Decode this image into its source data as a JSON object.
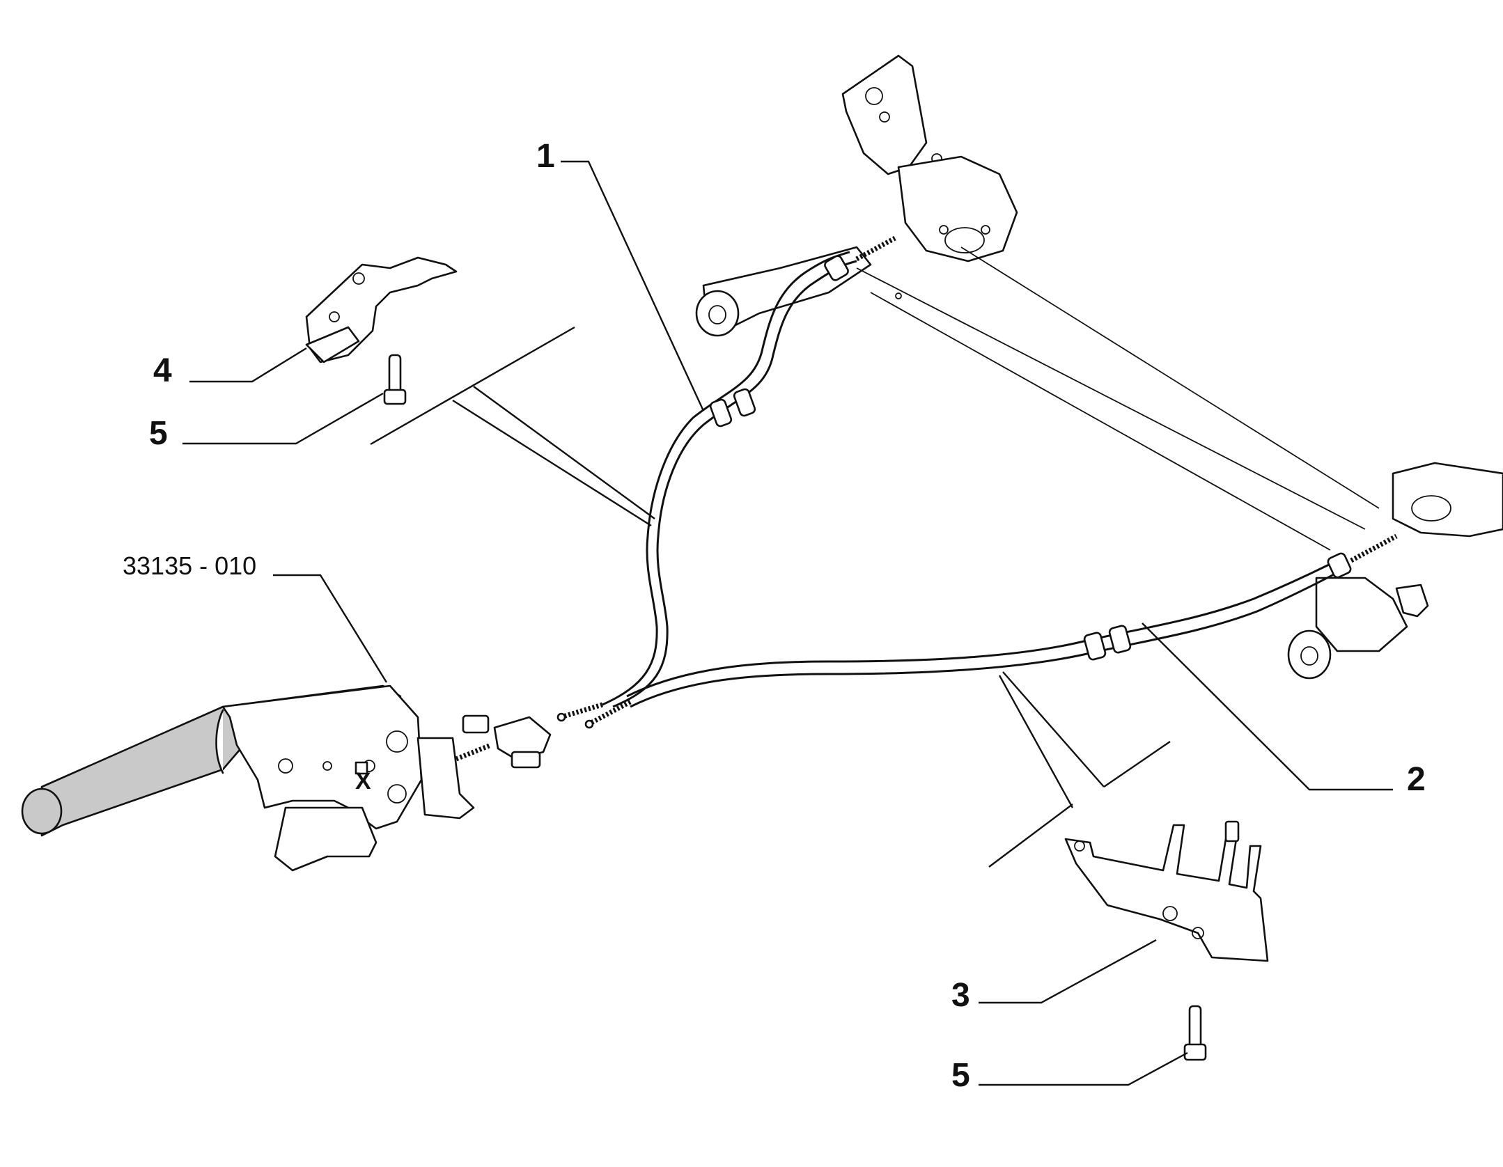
{
  "callouts": {
    "c1": "1",
    "c2": "2",
    "c3": "3",
    "c4": "4",
    "c5a": "5",
    "c5b": "5",
    "ref": "33135 - 010",
    "x_mark": "X"
  },
  "colors": {
    "line": "#111111",
    "lever_shade": "#c9c9c9",
    "background": "#ffffff"
  }
}
